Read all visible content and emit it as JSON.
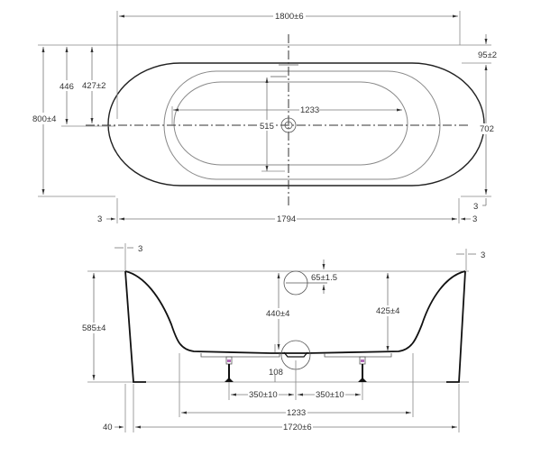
{
  "drawing": {
    "type": "technical-dimension-drawing",
    "subject": "freestanding oval bathtub",
    "top_view": {
      "labels": {
        "overall_length": "1800±6",
        "overall_width": "800±4",
        "half_width_outer": "446",
        "half_width_rim": "427±2",
        "inner_length": "1233",
        "inner_width": "515",
        "rim_offset": "95±2",
        "right_inner_height": "702",
        "bottom_length": "1794",
        "left_gap": "3",
        "right_gap": "3",
        "bottom_right_gap": "3"
      }
    },
    "side_view": {
      "labels": {
        "left_top_gap": "3",
        "right_top_gap": "3",
        "height": "585±4",
        "overflow_diameter": "65±1.5",
        "depth_to_drain": "440±4",
        "inner_depth": "425±4",
        "drain_height": "108",
        "leg_offset_left": "350±10",
        "leg_offset_right": "350±10",
        "base_length": "1233",
        "bottom_length": "1720±6",
        "base_inset": "40"
      }
    }
  }
}
